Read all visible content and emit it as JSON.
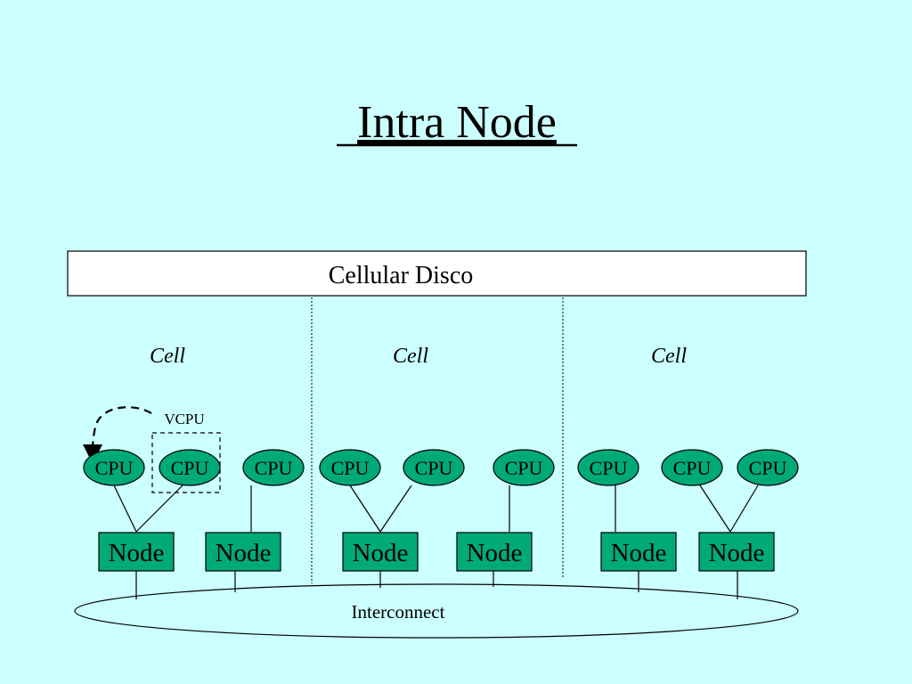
{
  "title": "Intra Node",
  "system": {
    "label": "Cellular Disco"
  },
  "cells": [
    {
      "label": "Cell"
    },
    {
      "label": "Cell"
    },
    {
      "label": "Cell"
    }
  ],
  "vcpu": {
    "label": "VCPU"
  },
  "cpus": [
    {
      "label": "CPU"
    },
    {
      "label": "CPU"
    },
    {
      "label": "CPU"
    },
    {
      "label": "CPU"
    },
    {
      "label": "CPU"
    },
    {
      "label": "CPU"
    },
    {
      "label": "CPU"
    },
    {
      "label": "CPU"
    },
    {
      "label": "CPU"
    }
  ],
  "nodes": [
    {
      "label": "Node"
    },
    {
      "label": "Node"
    },
    {
      "label": "Node"
    },
    {
      "label": "Node"
    },
    {
      "label": "Node"
    },
    {
      "label": "Node"
    }
  ],
  "interconnect": {
    "label": "Interconnect"
  },
  "colors": {
    "background": "#ccffff",
    "cpu_fill": "#00aa77",
    "node_fill": "#00aa77",
    "box_fill": "#ffffff",
    "stroke": "#000000"
  }
}
